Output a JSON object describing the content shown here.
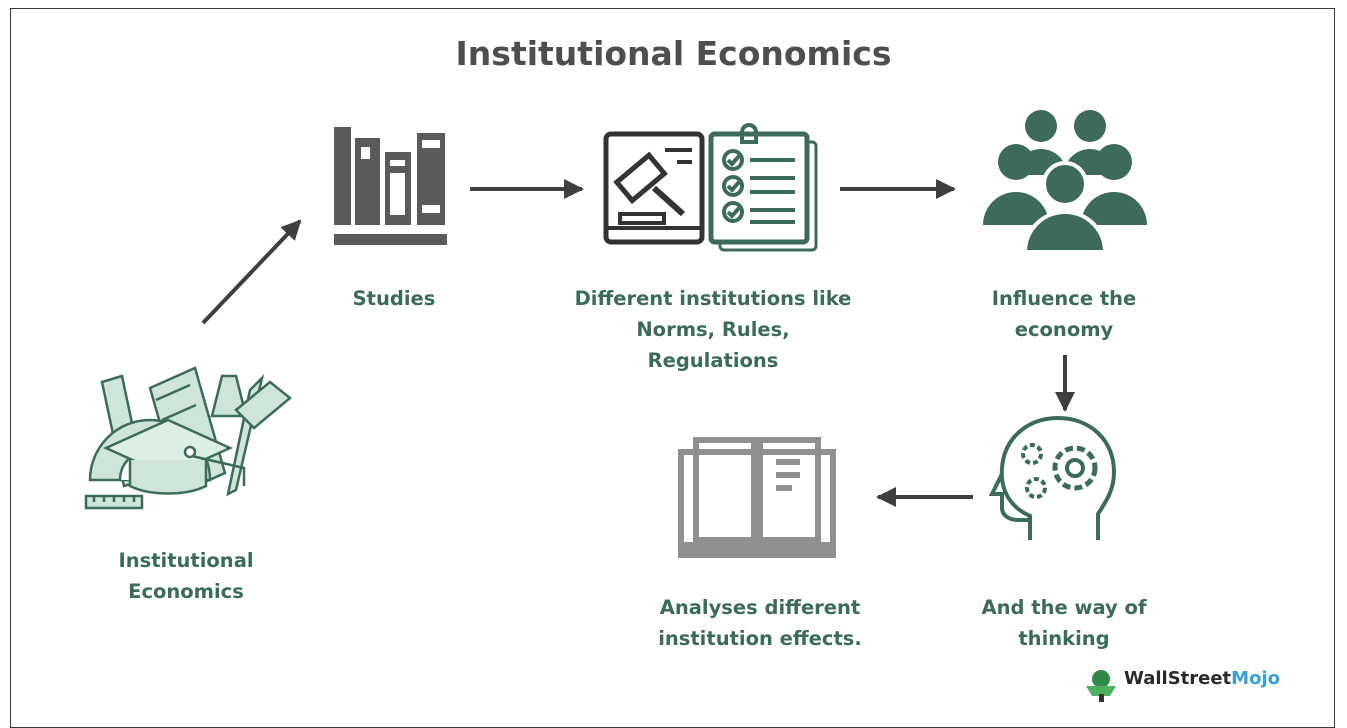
{
  "title": "Institutional Economics",
  "nodes": {
    "start": {
      "label": "Institutional\nEconomics",
      "icon": "education-supplies-icon"
    },
    "studies": {
      "label": "Studies",
      "icon": "books-icon"
    },
    "institutions": {
      "label": "Different institutions like\nNorms, Rules,\nRegulations",
      "icon": "law-checklist-icon"
    },
    "influence": {
      "label": "Influence the\neconomy",
      "icon": "people-group-icon"
    },
    "thinking": {
      "label": "And the way of\nthinking",
      "icon": "head-gears-icon"
    },
    "analyses": {
      "label": "Analyses different\ninstitution effects.",
      "icon": "open-book-icon"
    }
  },
  "brand": {
    "name_dark": "WallStreet",
    "name_accent": "Mojo"
  },
  "colors": {
    "green": "#3c6b5a",
    "dark": "#4e4e4e",
    "icon_gray": "#5a5a5a",
    "light_green": "#cfe5da",
    "book_gray": "#8f8f8f",
    "accent_blue": "#3aa0d8"
  }
}
